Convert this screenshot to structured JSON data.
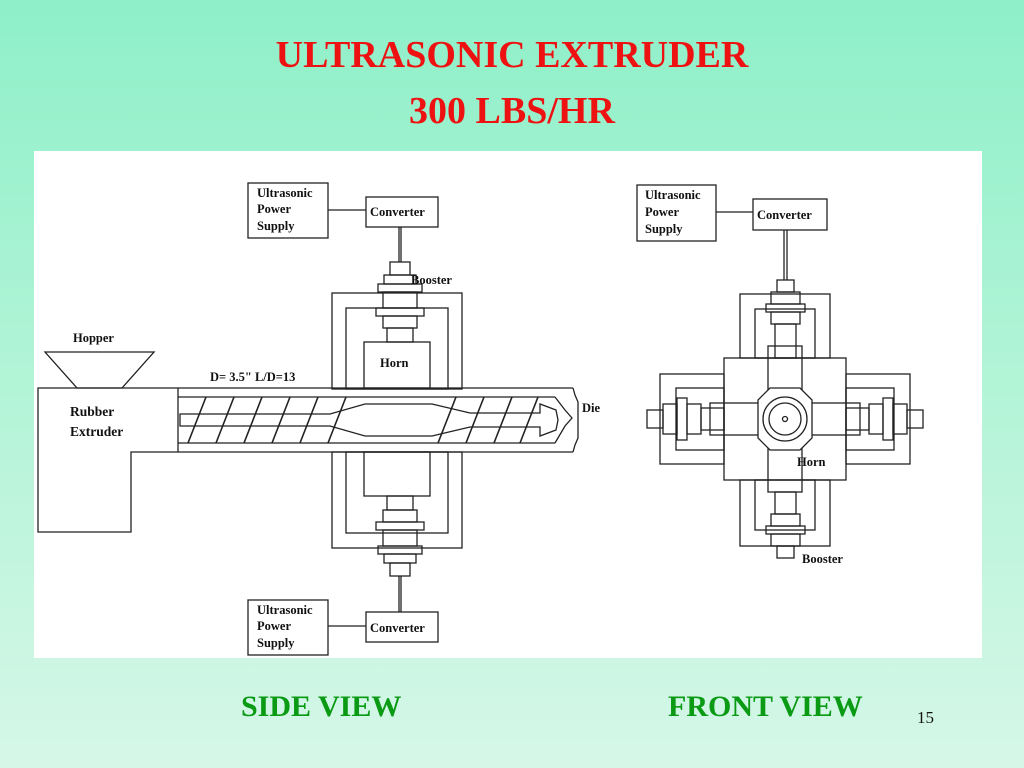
{
  "slide": {
    "title_line1": "ULTRASONIC EXTRUDER",
    "title_line2": "300 LBS/HR",
    "page_number": "15",
    "colors": {
      "title": "#ee1111",
      "caption": "#0a9a14",
      "background": "#8ef0c8"
    }
  },
  "side_view": {
    "caption": "SIDE VIEW",
    "ups_top": {
      "line1": "Ultrasonic",
      "line2": "Power",
      "line3": "Supply"
    },
    "converter_top": "Converter",
    "booster": "Booster",
    "horn": "Horn",
    "hopper": "Hopper",
    "dimensions": "D= 3.5\"  L/D=13",
    "extruder_line1": "Rubber",
    "extruder_line2": "Extruder",
    "die": "Die",
    "ups_bottom": {
      "line1": "Ultrasonic",
      "line2": "Power",
      "line3": "Supply"
    },
    "converter_bottom": "Converter"
  },
  "front_view": {
    "caption": "FRONT VIEW",
    "ups": {
      "line1": "Ultrasonic",
      "line2": "Power",
      "line3": "Supply"
    },
    "converter": "Converter",
    "horn": "Horn",
    "booster": "Booster"
  }
}
